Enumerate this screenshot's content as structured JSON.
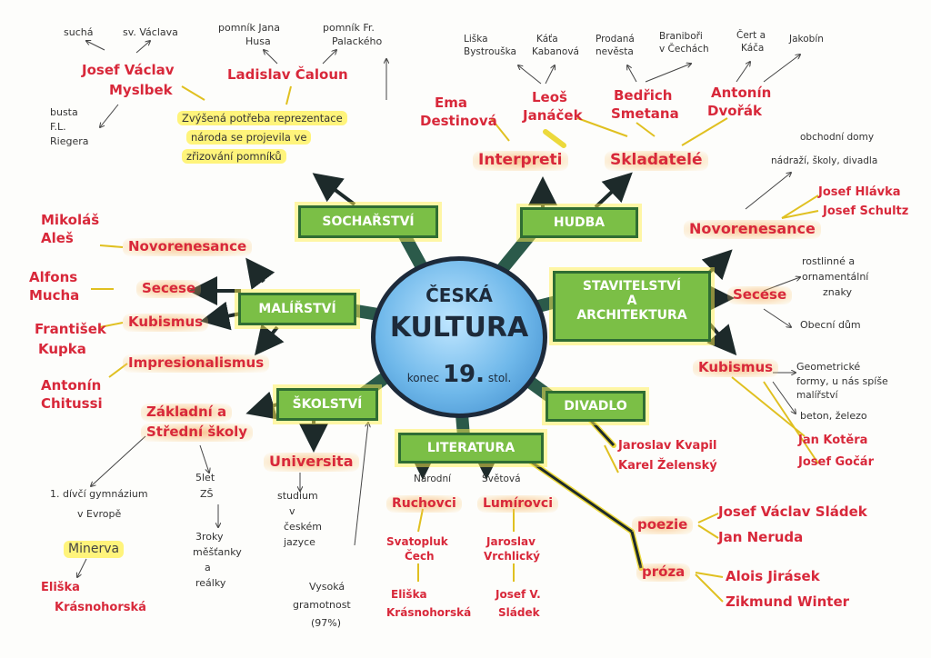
{
  "center": {
    "line1": "ČESKÁ",
    "line2": "KULTURA",
    "pre": "konec",
    "num": "19.",
    "post": "stol."
  },
  "categories": {
    "socharstvi": "SOCHAŘSTVÍ",
    "hudba": "HUDBA",
    "malirstvi": "MALÍŘSTVÍ",
    "architektura_1": "STAVITELSTVÍ",
    "architektura_2": "A",
    "architektura_3": "ARCHITEKTURA",
    "skolstvi": "ŠKOLSTVÍ",
    "divadlo": "DIVADLO",
    "literatura": "LITERATURA"
  },
  "sochar": {
    "myslbek_1": "Josef Václav",
    "myslbek_2": "Myslbek",
    "such": "suchá",
    "vaclav": "sv. Václava",
    "busta_1": "busta",
    "busta_2": "F.L.",
    "busta_3": "Riegera",
    "calou": "Ladislav Čaloun",
    "pomnik_hus_1": "pomník Jana",
    "pomnik_hus_2": "Husa",
    "pomnik_pal_1": "pomník Fr.",
    "pomnik_pal_2": "Palackého",
    "note_1": "Zvýšená potřeba reprezentace",
    "note_2": "národa se projevila ve",
    "note_3": "zřizování pomníků"
  },
  "hudba": {
    "interpreti": "Interpreti",
    "skladatele": "Skladatelé",
    "destinova_1": "Ema",
    "destinova_2": "Destinová",
    "janacek_1": "Leoš",
    "janacek_2": "Janáček",
    "smetana_1": "Bedřich",
    "smetana_2": "Smetana",
    "dvorak_1": "Antonín",
    "dvorak_2": "Dvořák",
    "liska_1": "Liška",
    "liska_2": "Bystrouška",
    "katja_1": "Káťa",
    "katja_2": "Kabanová",
    "prodana_1": "Prodaná",
    "prodana_2": "nevěsta",
    "branibori_1": "Braniboři",
    "branibori_2": "v Čechách",
    "certa_1": "Čert a",
    "certa_2": "Káča",
    "jakobin": "Jakobín"
  },
  "malir": {
    "novoren": "Novorenesance",
    "secese": "Secese",
    "kubismus": "Kubismus",
    "impres": "Impresionalismus",
    "ales_1": "Mikoláš",
    "ales_2": "Aleš",
    "mucha_1": "Alfons",
    "mucha_2": "Mucha",
    "kupka_1": "František",
    "kupka_2": "Kupka",
    "chitussi_1": "Antonín",
    "chitussi_2": "Chitussi"
  },
  "archi": {
    "novoren": "Novorenesance",
    "secese": "Secese",
    "kubismus": "Kubismus",
    "obchodni_1": "obchodní domy",
    "obchodni_2": "nádraží, školy, divadla",
    "hlavka": "Josef Hlávka",
    "schulz": "Josef Schultz",
    "rostl_1": "rostlinné a",
    "rostl_2": "ornamentální",
    "rostl_3": "znaky",
    "obecni": "Obecní dům",
    "geom_1": "Geometrické",
    "geom_2": "formy, u nás spíše",
    "geom_3": "malířství",
    "beton": "beton, železo",
    "kotera": "Jan Kotěra",
    "gocar": "Josef Gočár"
  },
  "skol": {
    "zakl_1": "Základní a",
    "zakl_2": "Střední školy",
    "univ": "Universita",
    "divci_1": "1. dívčí gymnázium",
    "divci_2": "v Evropě",
    "minerva": "Minerva",
    "krasno_1": "Eliška",
    "krasno_2": "Krásnohorská",
    "let_1": "5let",
    "let_2": "ZŠ",
    "roky_1": "3roky",
    "roky_2": "měšťanky",
    "roky_3": "a",
    "roky_4": "reálky",
    "studium_1": "studium",
    "studium_2": "v",
    "studium_3": "českém",
    "studium_4": "jazyce",
    "gram_1": "Vysoká",
    "gram_2": "gramotnost",
    "gram_3": "(97%)"
  },
  "divadlo": {
    "kvapil": "Jaroslav Kvapil",
    "zelensky": "Karel Želenský"
  },
  "lit": {
    "narodni": "Národní",
    "svetova": "Světová",
    "ruchovci": "Ruchovci",
    "lumirovci": "Lumírovci",
    "cech_1": "Svatopluk",
    "cech_2": "Čech",
    "vrchlicky_1": "Jaroslav",
    "vrchlicky_2": "Vrchlický",
    "krasno_1": "Eliška",
    "krasno_2": "Krásnohorská",
    "sladek_1": "Josef V.",
    "sladek_2": "Sládek",
    "poezie": "poezie",
    "proza": "próza",
    "p1": "Josef Václav Sládek",
    "p2": "Jan Neruda",
    "pr1": "Alois Jirásek",
    "pr2": "Zikmund Winter"
  },
  "colors": {
    "red": "#d8283a",
    "green": "#7bbf46",
    "dark_green": "#2f6d33",
    "yellow": "#fff050",
    "circle": "#6fb8ea"
  }
}
